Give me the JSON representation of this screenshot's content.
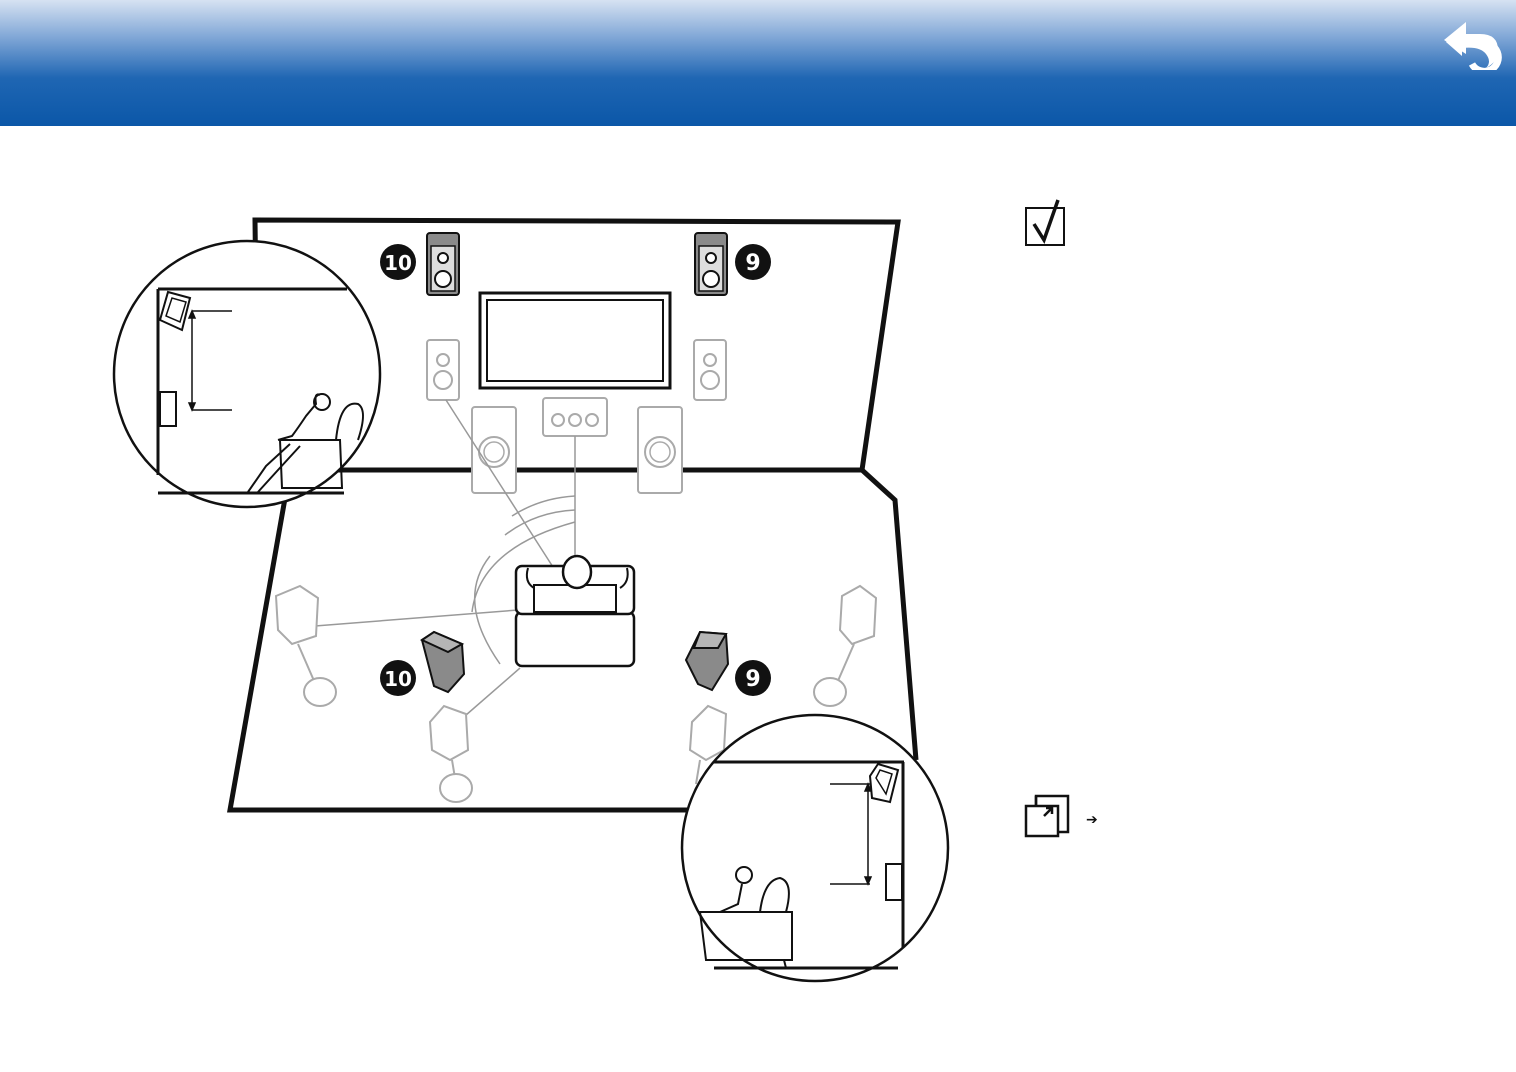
{
  "header": {
    "back_icon": "return-arrow-icon"
  },
  "diagram": {
    "front_high_left_badge": "10",
    "front_high_right_badge": "9",
    "rear_high_left_badge": "10",
    "rear_high_right_badge": "9"
  },
  "side_panel": {
    "check_icon": "checkmark-icon",
    "reference_icon": "page-reference-icon",
    "reference_arrow": "➔"
  },
  "colors": {
    "header_top": "#d6e2f2",
    "header_bottom": "#0b57a8",
    "highlight_speaker": "#8a8a8a",
    "faded_line": "#aaaaaa"
  }
}
